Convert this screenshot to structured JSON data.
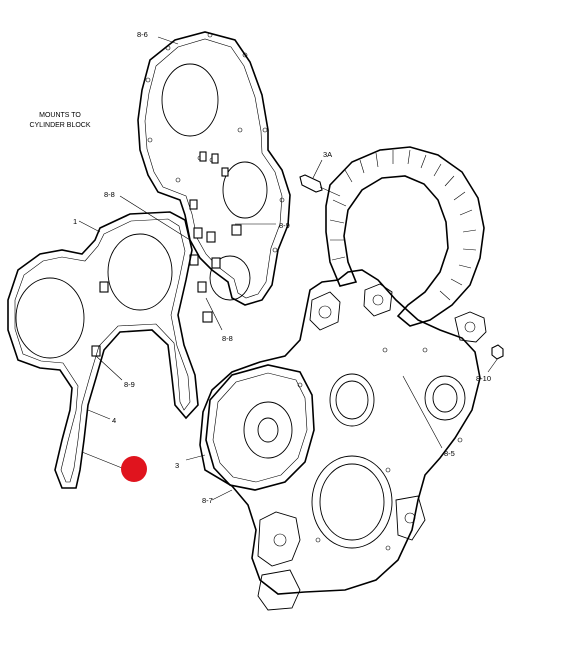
{
  "annotation": {
    "mounts_line1": "MOUNTS TO",
    "mounts_line2": "CYLINDER BLOCK"
  },
  "callouts": {
    "c_8_6": "8-6",
    "c_3a": "3A",
    "c_8_8_top": "8-8",
    "c_1": "1",
    "c_8_9_right": "8-9",
    "c_8_8_mid": "8-8",
    "c_8_9_left": "8-9",
    "c_4": "4",
    "c_8_10": "8-10",
    "c_8_5": "8-5",
    "c_3": "3",
    "c_8_7": "8-7"
  },
  "marker": {
    "color": "#e0141e",
    "icon": "red-circle-marker"
  }
}
